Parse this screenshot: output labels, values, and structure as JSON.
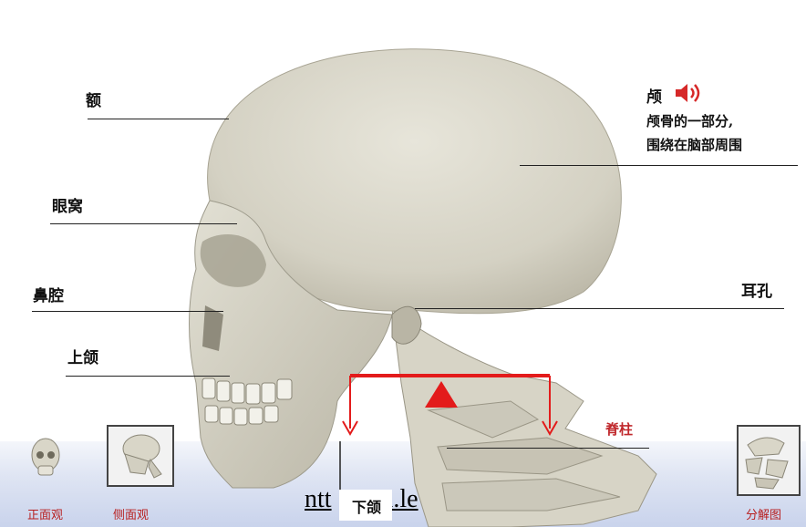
{
  "labels": {
    "forehead": "额",
    "eye_socket": "眼窝",
    "nasal_cavity": "鼻腔",
    "upper_jaw": "上颌",
    "ear_hole": "耳孔",
    "temporal": "颅",
    "spine": "脊柱",
    "lower_jaw": "下颌"
  },
  "temporal_description": {
    "line1": "颅骨的一部分,",
    "line2": "围绕在脑部周围"
  },
  "views": {
    "front": "正面观",
    "side": "侧面观",
    "exploded": "分解图"
  },
  "url_text": "ntt",
  "url_tail": "i.le",
  "colors": {
    "marker_red": "#e31b1b",
    "caption_red": "#b81f1f",
    "bone": "#d9d6c8"
  },
  "icons": [
    "speaker-icon",
    "pointer-triangle-icon"
  ]
}
